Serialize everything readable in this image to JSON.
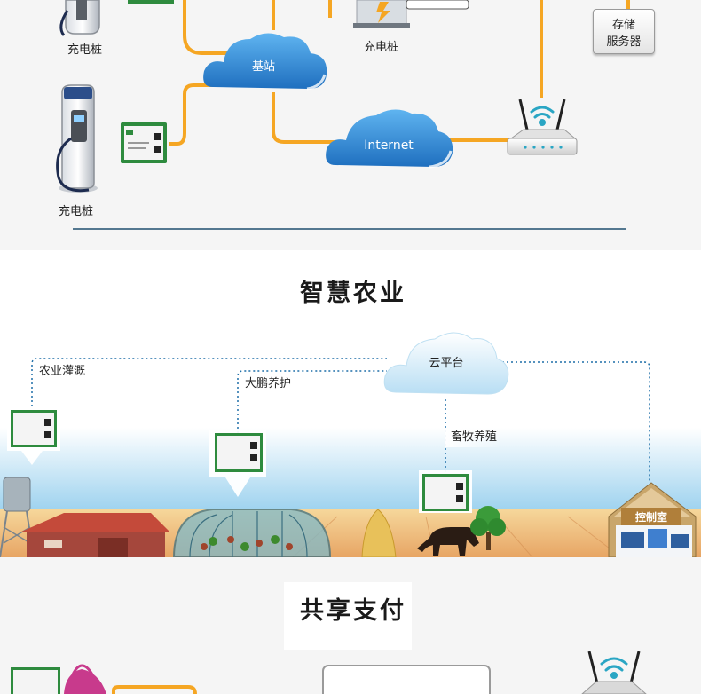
{
  "network": {
    "charger_top_label": "充电桩",
    "charger_bottom_label": "充电桩",
    "charger_mid_label": "充电桩",
    "base_station": "基站",
    "internet": "Internet",
    "storage_line1": "存储",
    "storage_line2": "服务器"
  },
  "agriculture": {
    "title": "智慧农业",
    "cloud": "云平台",
    "irrigation": "农业灌溉",
    "greenhouse": "大鹏养护",
    "livestock": "畜牧养殖",
    "control_room": "控制室"
  },
  "payment": {
    "title": "共享支付"
  },
  "colors": {
    "orange_line": "#f5a623",
    "cloud_blue": "#2f8fd8",
    "module_green": "#2e8b3e",
    "divider": "#1f4e6e"
  }
}
